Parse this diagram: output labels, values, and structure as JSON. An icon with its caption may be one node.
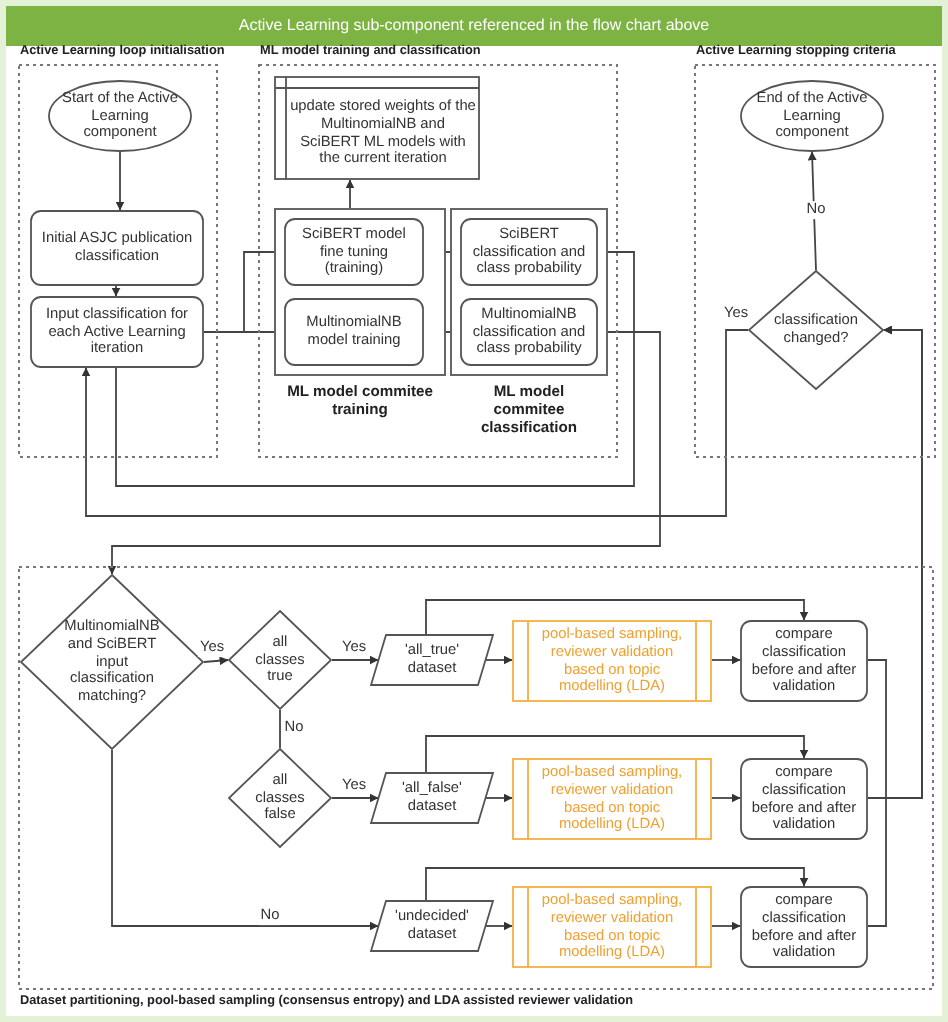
{
  "diagram": {
    "title": "Active Learning sub-component referenced in the flow chart above",
    "nodes": [
      {
        "text": [
          "Active Learning loop initialisation"
        ]
      },
      {
        "text": [
          "Start of the Active Learning component"
        ],
        "in": 0
      },
      {
        "text": [
          "Initial ASJC publication classification"
        ],
        "in": 0
      },
      {
        "text": [
          "Input classification for each Active Learning iteration"
        ],
        "in": 0
      },
      {
        "text": [
          "ML model training and classification"
        ]
      },
      {
        "text": [
          "update stored weights of the MultinomialNB and SciBERT ML models with the current iteration"
        ],
        "in": 4
      },
      {
        "text": [
          "ML model commitee training"
        ],
        "in": 4
      },
      {
        "text": [
          "SciBERT model fine tuning (training)"
        ],
        "in": 6
      },
      {
        "text": [
          "MultinomialNB model training"
        ],
        "in": 6
      },
      {
        "text": [
          "ML model commitee classification"
        ],
        "in": 4
      },
      {
        "text": [
          "SciBERT classification and class probability"
        ],
        "in": 9
      },
      {
        "text": [
          "MultinomialNB classification and class probability"
        ],
        "in": 9
      },
      {
        "text": [
          "Active Learning stopping criteria"
        ]
      },
      {
        "text": [
          "End of the Active Learning component"
        ],
        "in": 12
      },
      {
        "text": [
          "classification changed?"
        ],
        "in": 12
      },
      {
        "text": [
          "Dataset partitioning, pool-based sampling (consensus entropy) and LDA assisted reviewer validation"
        ]
      },
      {
        "text": [
          "MultinomialNB and SciBERT input classification matching?"
        ],
        "in": 15
      },
      {
        "text": [
          "all classes true"
        ],
        "in": 15
      },
      {
        "text": [
          "all classes false"
        ],
        "in": 15
      },
      {
        "text": [
          "'all_true' dataset"
        ],
        "in": 15
      },
      {
        "text": [
          "'all_false' dataset"
        ],
        "in": 15
      },
      {
        "text": [
          "'undecided' dataset"
        ],
        "in": 15
      },
      {
        "text": [
          "pool-based sampling, reviewer validation based on topic modelling (LDA)"
        ],
        "in": 15
      },
      {
        "text": [
          "pool-based sampling, reviewer validation based on topic modelling (LDA)"
        ],
        "in": 15
      },
      {
        "text": [
          "pool-based sampling, reviewer validation based on topic modelling (LDA)"
        ],
        "in": 15
      },
      {
        "text": [
          "compare classification before and after validation"
        ],
        "in": 15
      },
      {
        "text": [
          "compare classification before and after validation"
        ],
        "in": 15
      },
      {
        "text": [
          "compare classification before and after validation"
        ],
        "in": 15
      }
    ],
    "edges": [
      {
        "from": 1,
        "to": 2,
        "arrow": "to"
      },
      {
        "from": 2,
        "to": 3,
        "arrow": "to"
      },
      {
        "from": 3,
        "to": 7,
        "arrow": "to"
      },
      {
        "from": 3,
        "to": 8,
        "arrow": "to"
      },
      {
        "from": 7,
        "to": 10,
        "arrow": "to"
      },
      {
        "from": 8,
        "to": 11,
        "arrow": "to"
      },
      {
        "from": 6,
        "to": 5,
        "arrow": "to"
      },
      {
        "from": 10,
        "to": 3,
        "arrow": "none"
      },
      {
        "from": 11,
        "to": 16,
        "arrow": "to"
      },
      {
        "from": 14,
        "to": 13,
        "arrow": "to",
        "label": "No"
      },
      {
        "from": 14,
        "to": 3,
        "arrow": "to",
        "label": "Yes"
      },
      {
        "from": 16,
        "to": 17,
        "arrow": "to",
        "label": "Yes"
      },
      {
        "from": 17,
        "to": 19,
        "arrow": "to",
        "label": "Yes"
      },
      {
        "from": 17,
        "to": 18,
        "arrow": "none",
        "label": "No"
      },
      {
        "from": 18,
        "to": 20,
        "arrow": "to",
        "label": "Yes"
      },
      {
        "from": 16,
        "to": 21,
        "arrow": "to",
        "label": "No"
      },
      {
        "from": 19,
        "to": 22,
        "arrow": "to"
      },
      {
        "from": 20,
        "to": 23,
        "arrow": "to"
      },
      {
        "from": 21,
        "to": 24,
        "arrow": "to"
      },
      {
        "from": 22,
        "to": 25,
        "arrow": "to"
      },
      {
        "from": 23,
        "to": 26,
        "arrow": "to"
      },
      {
        "from": 24,
        "to": 27,
        "arrow": "to"
      },
      {
        "from": 19,
        "to": 25,
        "arrow": "to"
      },
      {
        "from": 20,
        "to": 26,
        "arrow": "to"
      },
      {
        "from": 21,
        "to": 27,
        "arrow": "to"
      },
      {
        "from": 25,
        "to": 14,
        "arrow": "to"
      },
      {
        "from": 26,
        "to": 14,
        "arrow": "to"
      },
      {
        "from": 27,
        "to": 14,
        "arrow": "to"
      }
    ]
  }
}
